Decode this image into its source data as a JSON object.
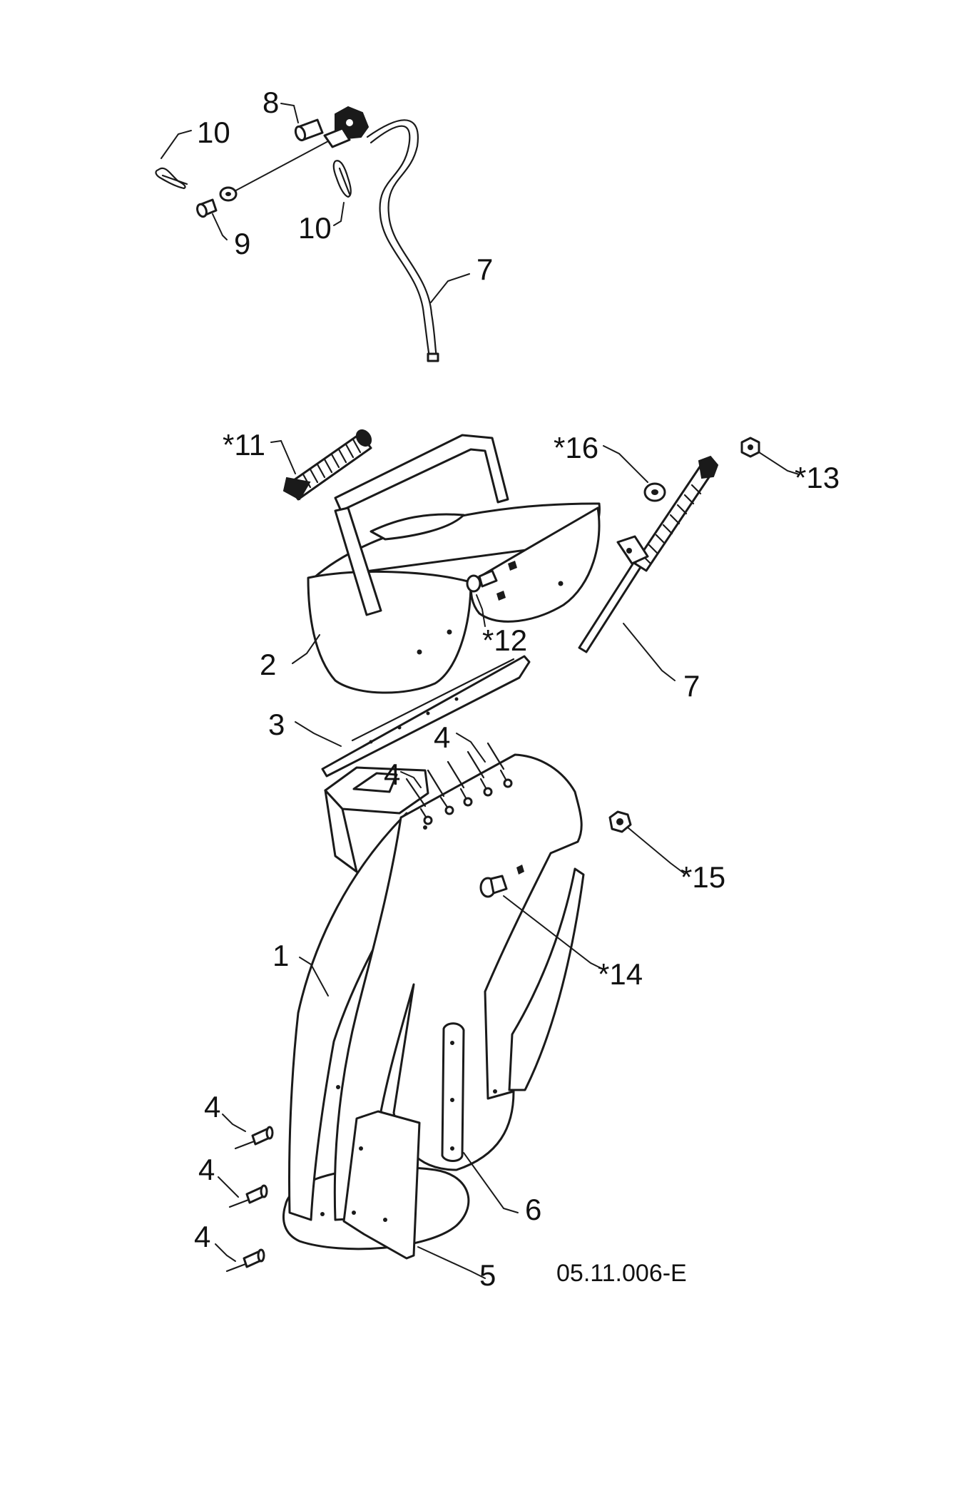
{
  "labels": {
    "p10_top": "10",
    "p8": "8",
    "p9": "9",
    "p10_mid": "10",
    "p7_top": "7",
    "p11": "*11",
    "p16": "*16",
    "p13": "*13",
    "p12": "*12",
    "p2": "2",
    "p7_mid": "7",
    "p3": "3",
    "p4_a": "4",
    "p4_b": "4",
    "p15": "*15",
    "p1": "1",
    "p14": "*14",
    "p4_c": "4",
    "p4_d": "4",
    "p4_e": "4",
    "p6": "6",
    "p5": "5"
  },
  "drawing_code": "05.11.006-E"
}
